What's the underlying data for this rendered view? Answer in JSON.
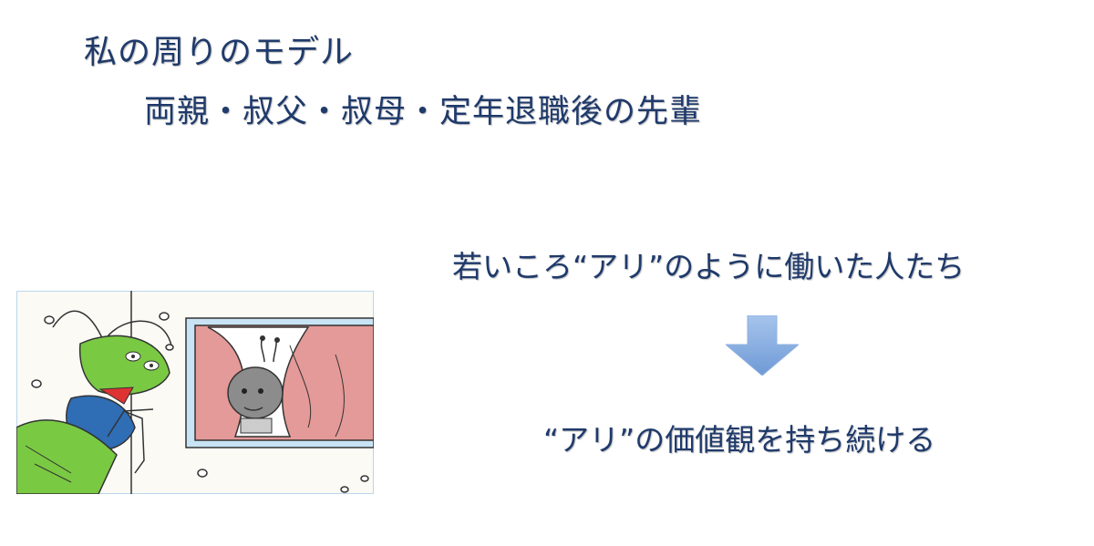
{
  "slide": {
    "title": "私の周りのモデル",
    "subtitle": "両親・叔父・叔母・定年退職後の先輩",
    "line1": "若いころ“アリ”のように働いた人たち",
    "line2": "“アリ”の価値観を持ち続ける",
    "arrow_icon": "down-arrow-icon",
    "colors": {
      "text": "#1f3a6b",
      "arrow": "#7ea6dd",
      "window_curtain": "#e49a98",
      "grasshopper": "#7ac943"
    }
  }
}
